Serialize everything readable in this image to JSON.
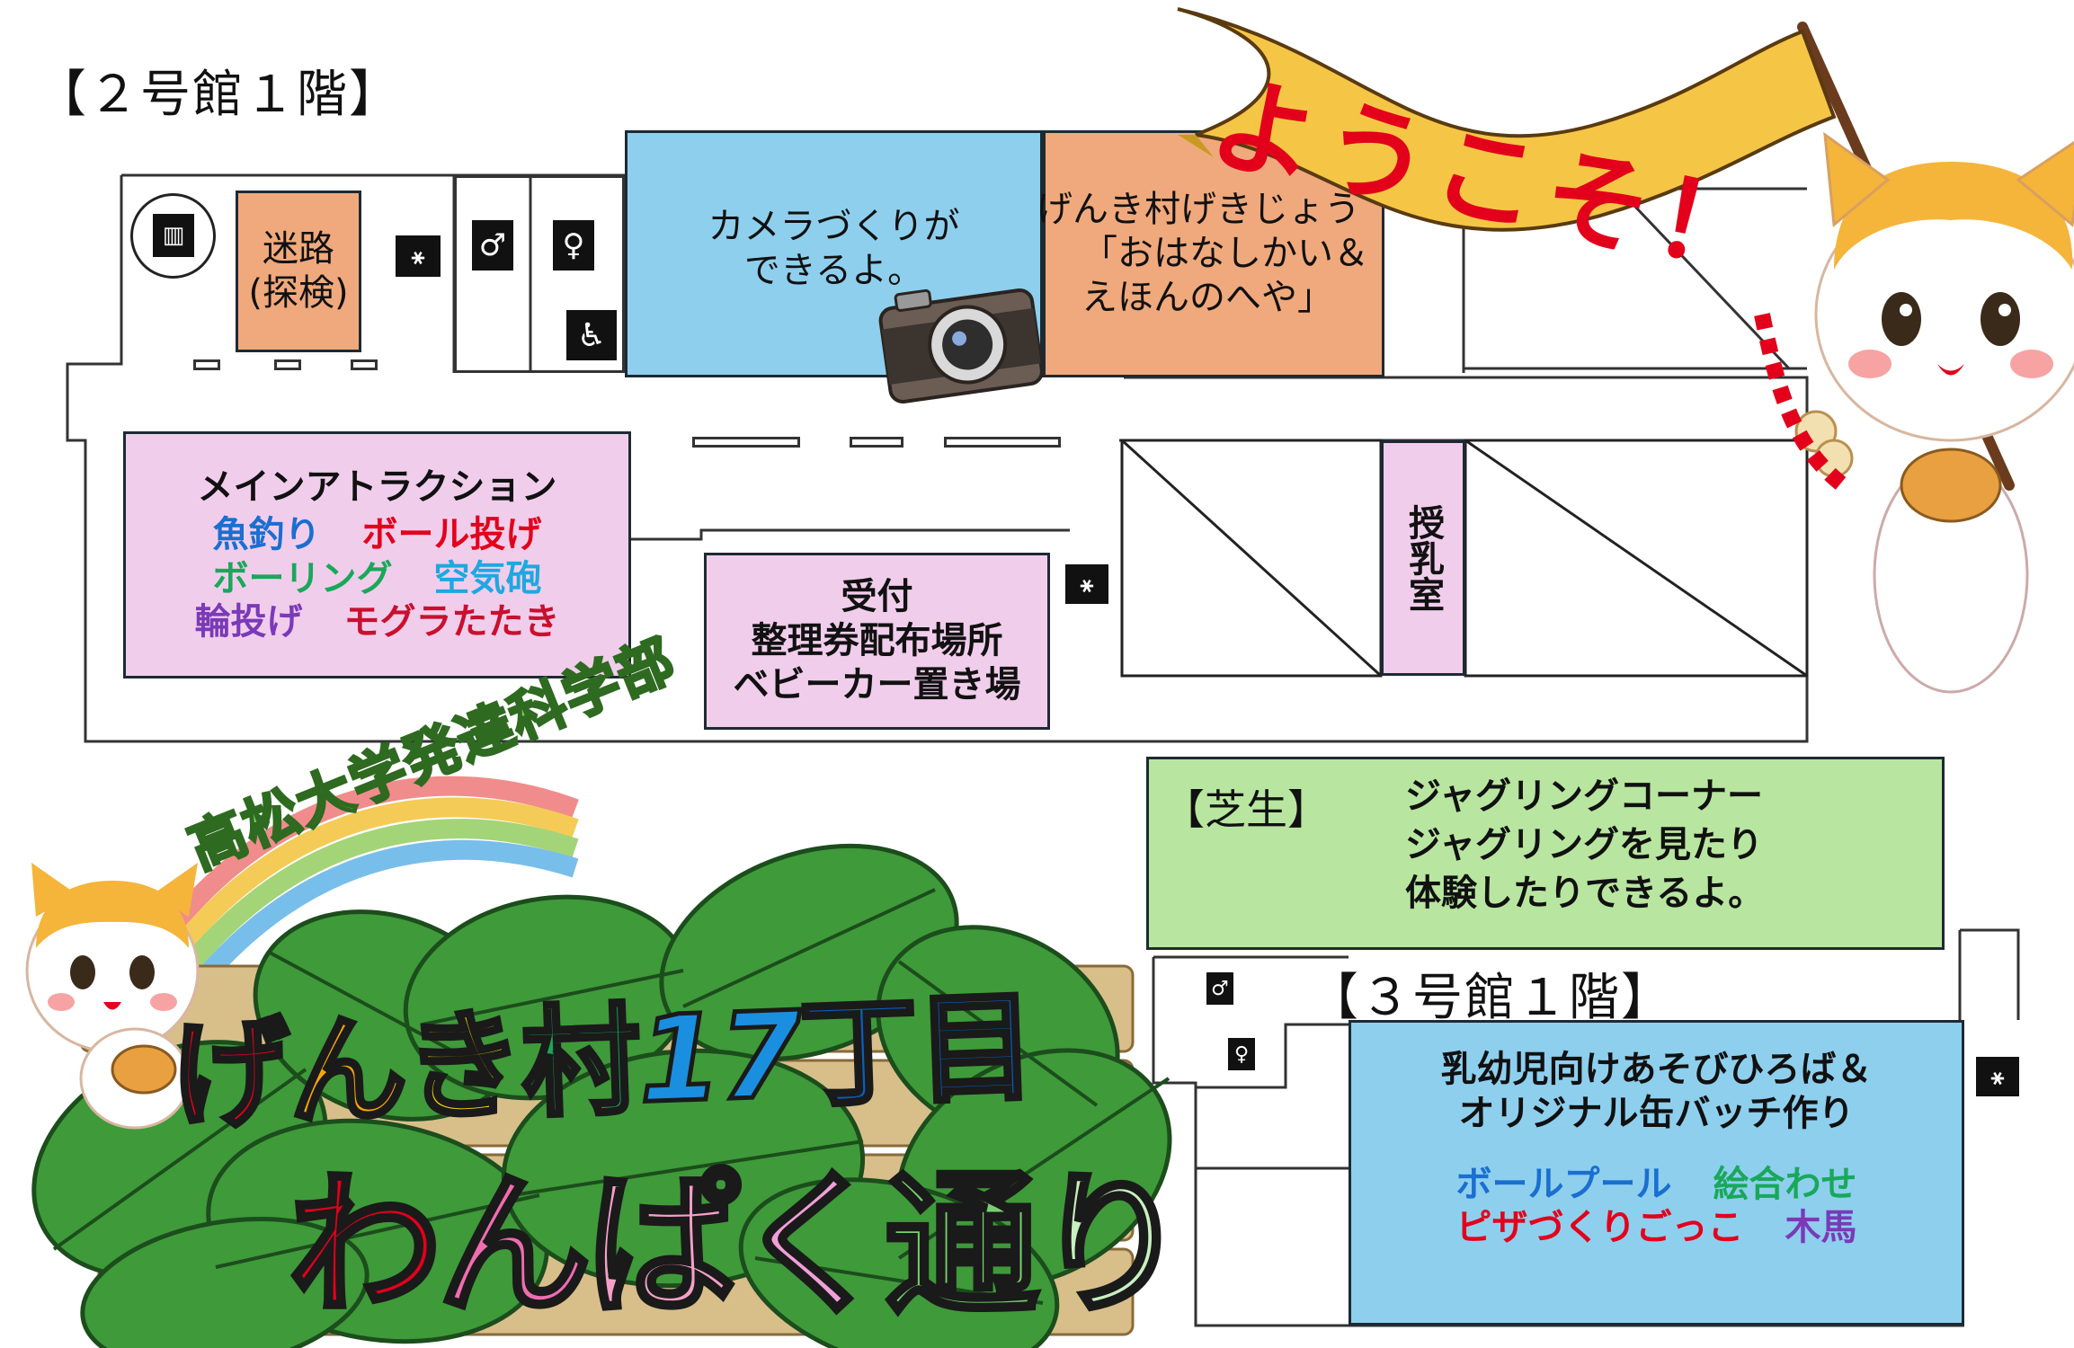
{
  "floor_labels": {
    "building2": "【２号館１階】",
    "building3": "【３号館１階】"
  },
  "welcome_banner": {
    "text": "ようこそ！"
  },
  "rooms": {
    "maze": {
      "lines": [
        "迷路",
        "(探検)"
      ]
    },
    "camera": {
      "lines": [
        "カメラづくりが",
        "できるよ。"
      ]
    },
    "storytime": {
      "lines": [
        "げんき村げきじょう",
        "「おはなしかい＆",
        "えほんのへや」"
      ]
    },
    "nursing": {
      "text": "授乳室"
    },
    "main_attraction": {
      "title": "メインアトラクション",
      "rows": [
        [
          {
            "text": "魚釣り",
            "color": "#1a6fd0"
          },
          {
            "text": "ボール投げ",
            "color": "#e3001b"
          }
        ],
        [
          {
            "text": "ボーリング",
            "color": "#19a85a"
          },
          {
            "text": "空気砲",
            "color": "#1fa7e0"
          }
        ],
        [
          {
            "text": "輪投げ",
            "color": "#7a3ab8"
          },
          {
            "text": "モグラたたき",
            "color": "#c8102e"
          }
        ]
      ]
    },
    "reception": {
      "lines": [
        "受付",
        "整理券配布場所",
        "ベビーカー置き場"
      ]
    },
    "lawn": {
      "tag": "【芝生】",
      "lines": [
        "ジャグリングコーナー",
        "ジャグリングを見たり",
        "体験したりできるよ。"
      ]
    },
    "playroom": {
      "lines": [
        "乳幼児向けあそびひろば＆",
        "オリジナル缶バッチ作り"
      ],
      "rows": [
        [
          {
            "text": "ボールプール",
            "color": "#1a6fd0"
          },
          {
            "text": "絵合わせ",
            "color": "#19a85a"
          }
        ],
        [
          {
            "text": "ピザづくりごっこ",
            "color": "#e3001b"
          },
          {
            "text": "木馬",
            "color": "#7a3ab8"
          }
        ]
      ]
    }
  },
  "logo": {
    "arc_text": "高松大学発達科学部",
    "title_line1": [
      {
        "text": "げ",
        "color": "#e3001b"
      },
      {
        "text": "ん",
        "color": "#f7a600"
      },
      {
        "text": "き",
        "color": "#f5d000"
      },
      {
        "text": "村",
        "color": "#19a85a"
      },
      {
        "text": "17",
        "color": "#1a8fe0"
      },
      {
        "text": "丁目",
        "color": "#0a5fc0"
      }
    ],
    "title_line2": [
      {
        "text": "わ",
        "color": "#e3001b"
      },
      {
        "text": "ん",
        "color": "#f06db0"
      },
      {
        "text": "ぱ",
        "color": "#f5a0c8"
      },
      {
        "text": "く",
        "color": "#f0a0d8"
      },
      {
        "text": "通",
        "color": "#7ad070"
      },
      {
        "text": "り",
        "color": "#c8f0c0"
      }
    ]
  },
  "icons": [
    "elevator-icon",
    "stairs-icon",
    "restroom-male-icon",
    "restroom-female-icon",
    "wheelchair-icon",
    "camera-icon",
    "mascot-cat-icon"
  ],
  "colors": {
    "maze_bg": "#f0a97c",
    "camera_bg": "#8ecfee",
    "storytime_bg": "#f0a97c",
    "main_bg": "#f1cdec",
    "lawn_bg": "#b8e6a0",
    "playroom_bg": "#8ecfee",
    "banner": "#f5c645"
  }
}
